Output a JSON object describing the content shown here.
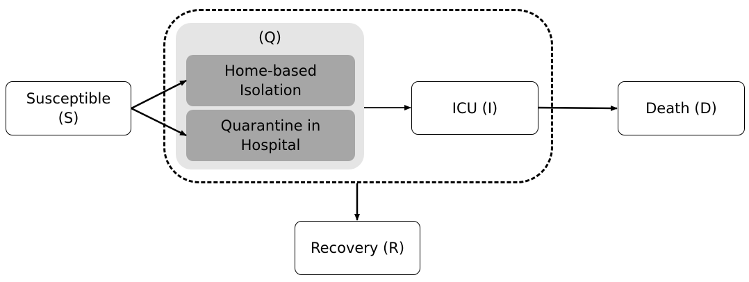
{
  "nodes": {
    "susceptible": "Susceptible\n(S)",
    "home_isolation": "Home-based\nIsolation",
    "hospital_quarantine": "Quarantine in\nHospital",
    "quarantine_group": "(Q)",
    "icu": "ICU (I)",
    "death": "Death (D)",
    "recovery": "Recovery (R)"
  },
  "edges": [
    {
      "from": "susceptible",
      "to": "home_isolation"
    },
    {
      "from": "susceptible",
      "to": "hospital_quarantine"
    },
    {
      "from": "quarantine_group",
      "to": "icu"
    },
    {
      "from": "icu",
      "to": "death"
    },
    {
      "from": "quarantine_group",
      "to": "recovery"
    }
  ],
  "colors": {
    "group_background": "#e5e5e5",
    "inner_box": "#a6a6a6",
    "stroke": "#000000"
  }
}
